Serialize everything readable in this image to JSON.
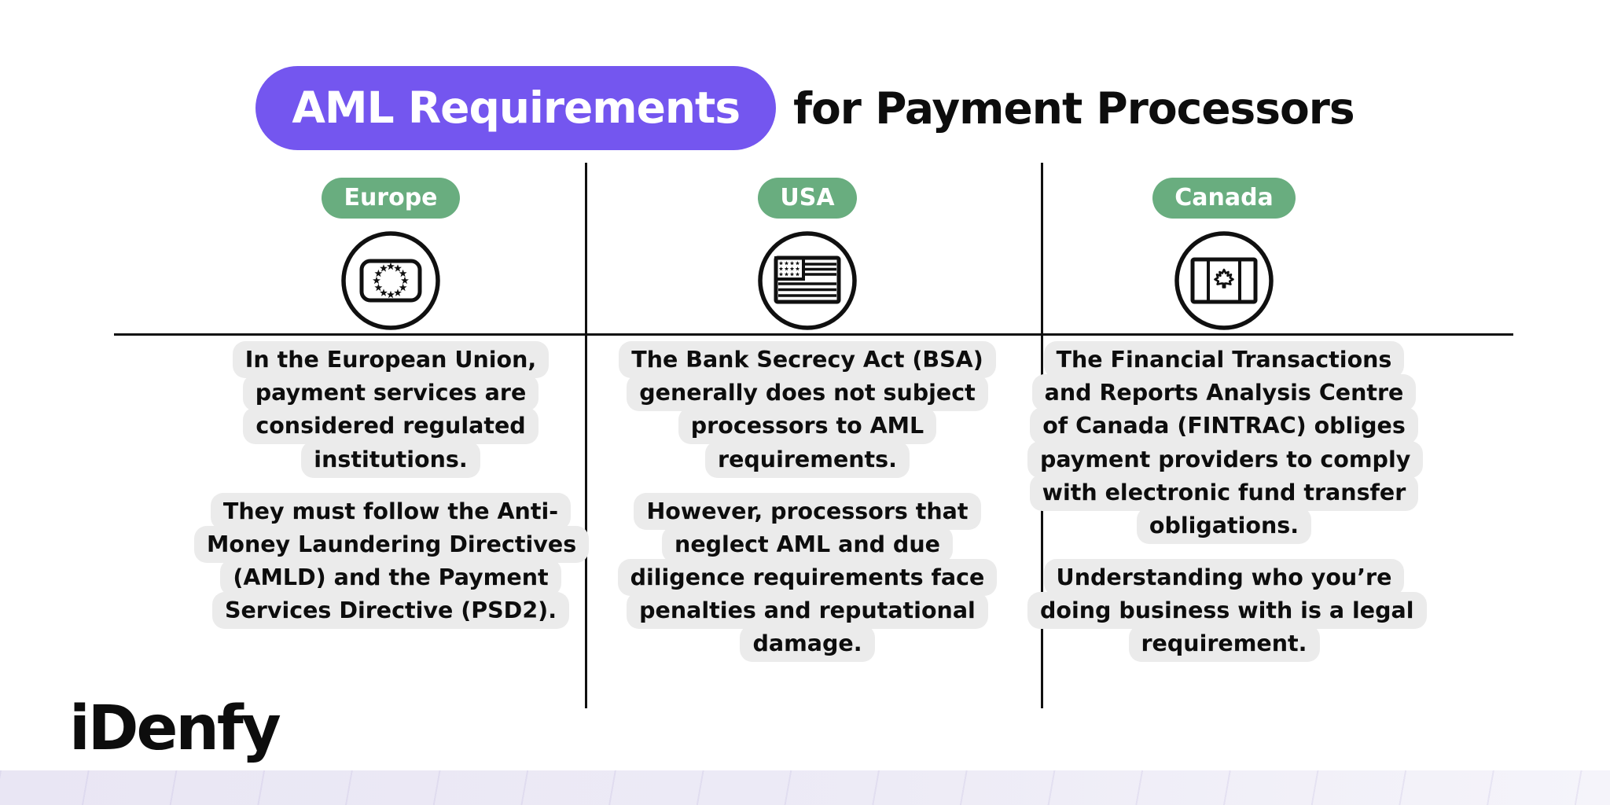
{
  "title": {
    "highlight": "AML Requirements",
    "rest": "for Payment Processors"
  },
  "brand": {
    "logo": "iDenfy"
  },
  "colors": {
    "accent_purple": "#7456EF",
    "badge_green": "#69AD7F",
    "block_background": "#EBEBEB",
    "footer_band": "#ECEAF5",
    "text": "#0d0d0d"
  },
  "icons": {
    "europe": "eu-flag-icon",
    "usa": "usa-flag-icon",
    "canada": "canada-flag-icon"
  },
  "columns": [
    {
      "badge": "Europe",
      "paragraphs": [
        "In the European Union, payment services are considered regulated institutions.",
        "They must follow the Anti-Money Laundering Directives (AMLD) and the Payment Services Directive (PSD2)."
      ]
    },
    {
      "badge": "USA",
      "paragraphs": [
        "The Bank Secrecy Act (BSA) generally does not subject processors to AML requirements.",
        "However, processors that neglect AML and due diligence requirements face penalties and reputational damage."
      ]
    },
    {
      "badge": "Canada",
      "paragraphs": [
        "The Financial Transactions and Reports Analysis Centre of Canada (FINTRAC) obliges payment providers to comply with electronic fund transfer obligations.",
        "Understanding who you’re doing business with is a legal requirement."
      ]
    }
  ]
}
